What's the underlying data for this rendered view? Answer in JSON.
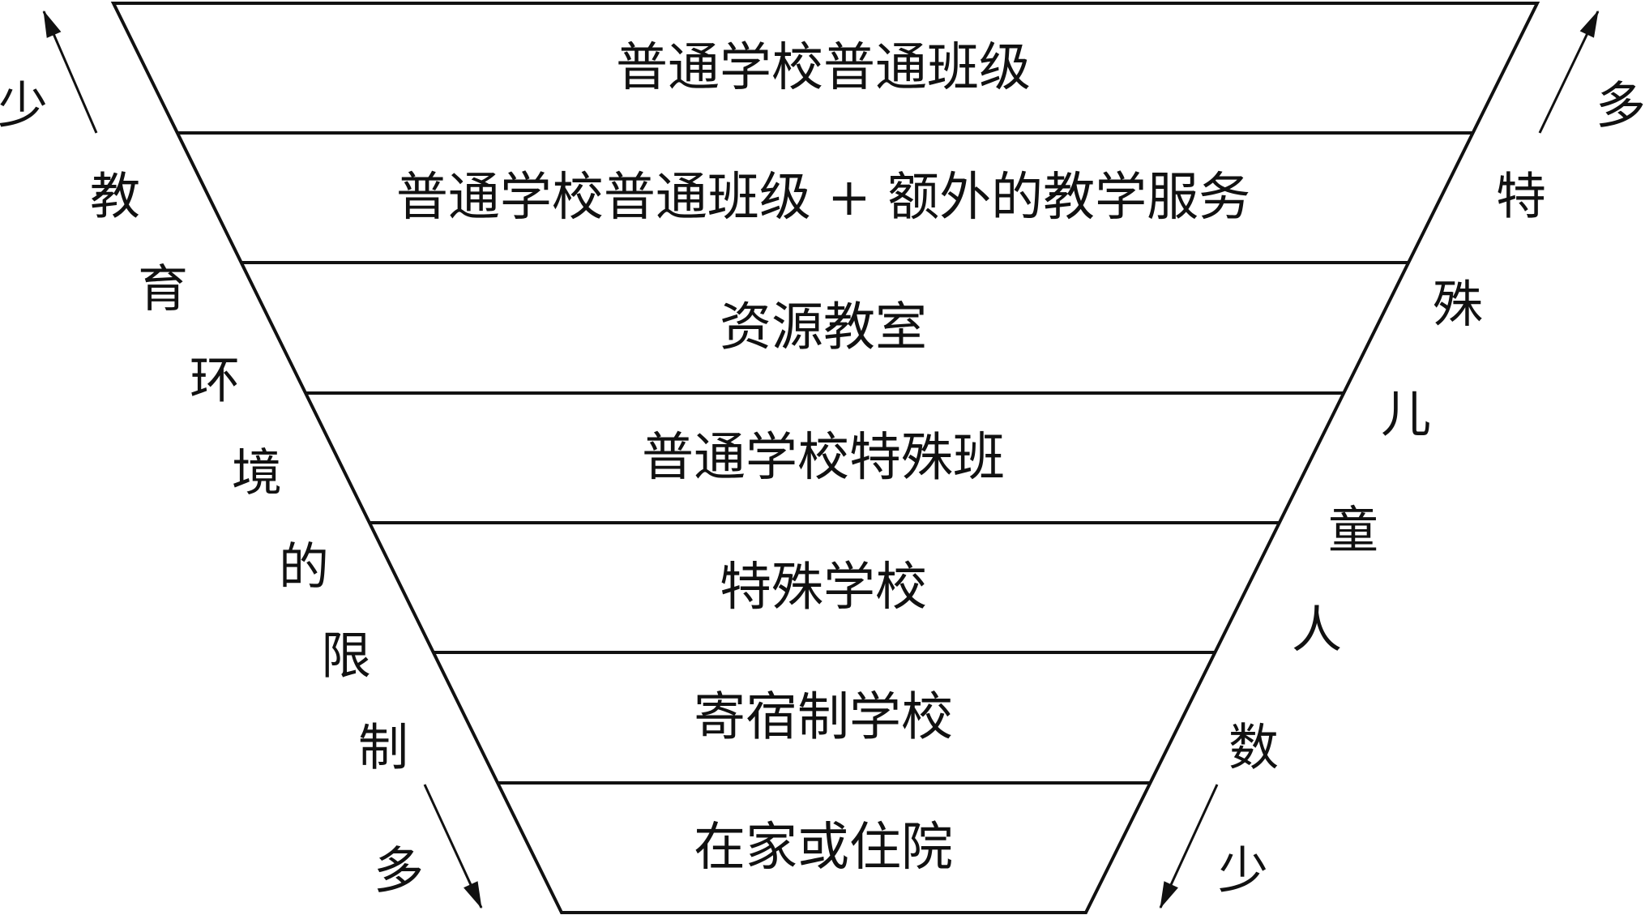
{
  "levels": [
    "普通学校普通班级",
    "普通学校普通班级 + 额外的教学服务",
    "资源教室",
    "普通学校特殊班",
    "特殊学校",
    "寄宿制学校",
    "在家或住院"
  ],
  "left_axis": {
    "top_label": "少",
    "chars": [
      "教",
      "育",
      "环",
      "境",
      "的",
      "限",
      "制"
    ],
    "bottom_label": "多"
  },
  "right_axis": {
    "top_label": "多",
    "chars": [
      "特",
      "殊",
      "儿",
      "童",
      "人",
      "数"
    ],
    "bottom_label": "少"
  }
}
